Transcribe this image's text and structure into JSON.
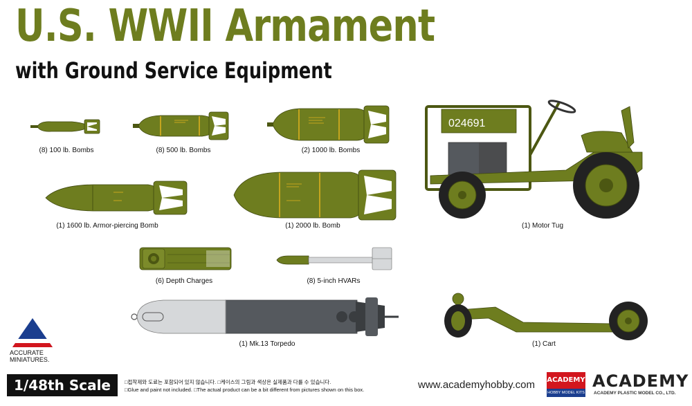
{
  "header": {
    "title": "U.S. WWII Armament",
    "subtitle": "with Ground Service Equipment"
  },
  "items": [
    {
      "id": "bomb100",
      "label": "(8) 100 lb. Bombs"
    },
    {
      "id": "bomb500",
      "label": "(8) 500 lb. Bombs"
    },
    {
      "id": "bomb1000",
      "label": "(2) 1000 lb. Bombs"
    },
    {
      "id": "motortug",
      "label": "(1) Motor Tug",
      "number": "024691"
    },
    {
      "id": "bomb1600",
      "label": "(1) 1600 lb. Armor-piercing Bomb"
    },
    {
      "id": "bomb2000",
      "label": "(1) 2000 lb. Bomb"
    },
    {
      "id": "depth",
      "label": "(6) Depth Charges"
    },
    {
      "id": "hvar",
      "label": "(8) 5-inch HVARs"
    },
    {
      "id": "torpedo",
      "label": "(1) Mk.13 Torpedo"
    },
    {
      "id": "cart",
      "label": "(1) Cart"
    }
  ],
  "footer": {
    "scale": "1/48th Scale",
    "note_ko": "□접착제와 도료는 포함되어 있지 않습니다. □케이스의 그림과 색상은 실제품과 다를 수 있습니다.",
    "note_en": "□Glue and paint not included. □The actual product can be a bit different from pictures shown on this box.",
    "url": "www.academyhobby.com",
    "brand_small": "ACADEMY",
    "brand_small_sub": "HOBBY MODEL KITS",
    "brand_big": "ACADEMY",
    "brand_big_sub": "ACADEMY PLASTIC MODEL CO., LTD."
  },
  "accurate": {
    "line1": "ACCURATE",
    "line2": "MINIATURES."
  },
  "colors": {
    "olive": "#6e7d1f",
    "olive_dark": "#4c5712",
    "title": "#6e7d1f",
    "grey": "#55595e",
    "light_grey": "#d6d8da",
    "academy_red": "#d2161e",
    "academy_blue": "#1b3e8f"
  }
}
